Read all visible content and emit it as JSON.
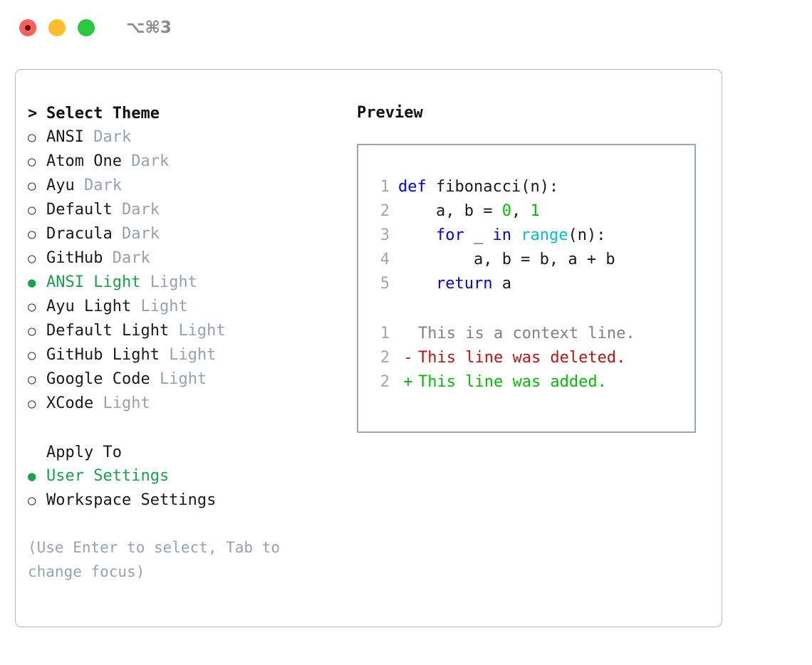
{
  "titlebar": {
    "shortcut": "⌥⌘3",
    "buttons": [
      {
        "name": "close",
        "color": "#ff5f57"
      },
      {
        "name": "minimize",
        "color": "#ffbd2e"
      },
      {
        "name": "maximize",
        "color": "#28c840"
      }
    ]
  },
  "colors": {
    "selected_green": "#16a34a",
    "muted_gray": "#96a1b1",
    "keyword_blue": "#0000ee",
    "function_cyan": "#00c2cc",
    "number_green": "#00c000",
    "diff_delete_red": "#c41111",
    "diff_add_green": "#00c000",
    "panel_border": "#b4b9c2",
    "preview_border": "#9aa7b8"
  },
  "theme_picker": {
    "caret": ">",
    "title": "Select Theme",
    "marker_selected": "●",
    "marker_unselected": "○",
    "items": [
      {
        "name": "ANSI",
        "kind": "Dark",
        "selected": false
      },
      {
        "name": "Atom One",
        "kind": "Dark",
        "selected": false
      },
      {
        "name": "Ayu",
        "kind": "Dark",
        "selected": false
      },
      {
        "name": "Default",
        "kind": "Dark",
        "selected": false
      },
      {
        "name": "Dracula",
        "kind": "Dark",
        "selected": false
      },
      {
        "name": "GitHub",
        "kind": "Dark",
        "selected": false
      },
      {
        "name": "ANSI Light",
        "kind": "Light",
        "selected": true
      },
      {
        "name": "Ayu Light",
        "kind": "Light",
        "selected": false
      },
      {
        "name": "Default Light",
        "kind": "Light",
        "selected": false
      },
      {
        "name": "GitHub Light",
        "kind": "Light",
        "selected": false
      },
      {
        "name": "Google Code",
        "kind": "Light",
        "selected": false
      },
      {
        "name": "XCode",
        "kind": "Light",
        "selected": false
      }
    ]
  },
  "apply_to": {
    "title": "Apply To",
    "options": [
      {
        "label": "User Settings",
        "selected": true
      },
      {
        "label": "Workspace Settings",
        "selected": false
      }
    ]
  },
  "hint": "(Use Enter to select, Tab to change focus)",
  "preview": {
    "title": "Preview",
    "code": [
      {
        "n": "1",
        "tokens": [
          {
            "t": "def",
            "c": "kw"
          },
          {
            "t": " fibonacci(n):",
            "c": "txt"
          }
        ]
      },
      {
        "n": "2",
        "tokens": [
          {
            "t": "    a, b = ",
            "c": "txt"
          },
          {
            "t": "0",
            "c": "num"
          },
          {
            "t": ", ",
            "c": "txt"
          },
          {
            "t": "1",
            "c": "num"
          }
        ]
      },
      {
        "n": "3",
        "tokens": [
          {
            "t": "    ",
            "c": "txt"
          },
          {
            "t": "for",
            "c": "kw"
          },
          {
            "t": " _ ",
            "c": "txt"
          },
          {
            "t": "in",
            "c": "kw"
          },
          {
            "t": " ",
            "c": "txt"
          },
          {
            "t": "range",
            "c": "fn"
          },
          {
            "t": "(n):",
            "c": "txt"
          }
        ]
      },
      {
        "n": "4",
        "tokens": [
          {
            "t": "        a, b = b, a + b",
            "c": "txt"
          }
        ]
      },
      {
        "n": "5",
        "tokens": [
          {
            "t": "    ",
            "c": "txt"
          },
          {
            "t": "return",
            "c": "kw"
          },
          {
            "t": " a",
            "c": "txt"
          }
        ]
      }
    ],
    "diff": [
      {
        "n": "1",
        "sign": " ",
        "text": "This is a context line.",
        "kind": "ctx"
      },
      {
        "n": "2",
        "sign": "-",
        "text": "This line was deleted.",
        "kind": "del"
      },
      {
        "n": "2",
        "sign": "+",
        "text": "This line was added.",
        "kind": "add"
      }
    ]
  }
}
